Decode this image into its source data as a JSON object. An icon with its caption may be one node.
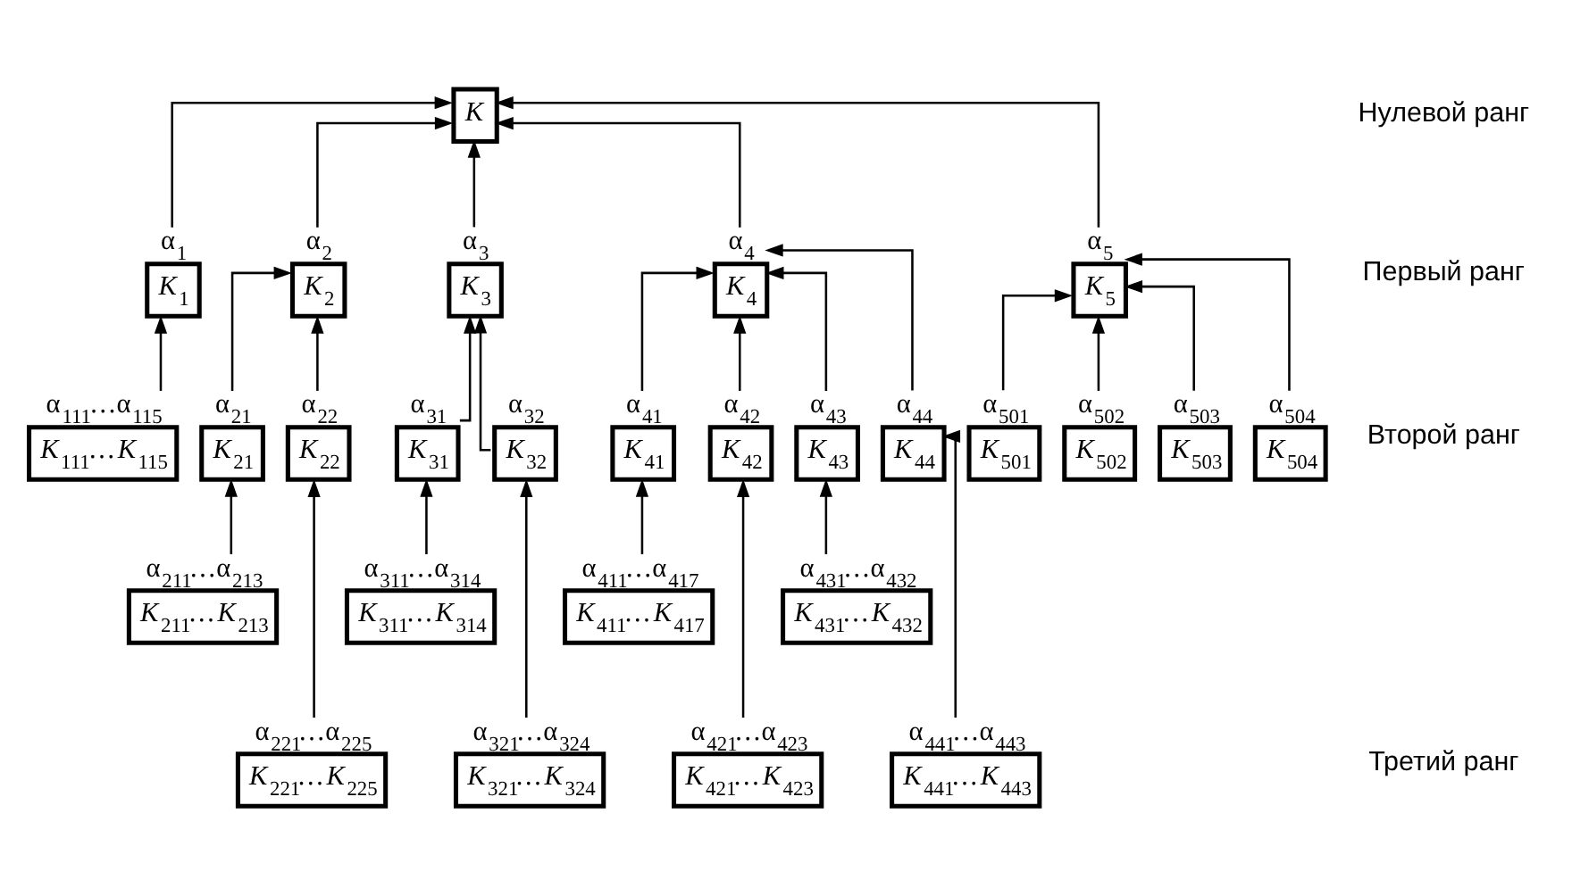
{
  "diagram": {
    "nodes": [
      {
        "text": [
          "*K*"
        ]
      },
      {
        "text": [
          "α$_{1}$",
          "*K*$_{1}$"
        ]
      },
      {
        "text": [
          "α$_{2}$",
          "*K*$_{2}$"
        ]
      },
      {
        "text": [
          "α$_{3}$",
          "*K*$_{3}$"
        ]
      },
      {
        "text": [
          "α$_{4}$",
          "*K*$_{4}$"
        ]
      },
      {
        "text": [
          "α$_{5}$",
          "*K*$_{5}$"
        ]
      },
      {
        "text": [
          "α$_{21}$",
          "*K*$_{21}$"
        ]
      },
      {
        "text": [
          "α$_{22}$",
          "*K*$_{22}$"
        ]
      },
      {
        "text": [
          "α$_{31}$",
          "*K*$_{31}$"
        ]
      },
      {
        "text": [
          "α$_{32}$",
          "*K*$_{32}$"
        ]
      },
      {
        "text": [
          "α$_{41}$",
          "*K*$_{41}$"
        ]
      },
      {
        "text": [
          "α$_{42}$",
          "*K*$_{42}$"
        ]
      },
      {
        "text": [
          "α$_{43}$",
          "*K*$_{43}$"
        ]
      },
      {
        "text": [
          "α$_{44}$",
          "*K*$_{44}$"
        ]
      },
      {
        "text": [
          "α$_{111}$…α$_{115}$",
          "*K*$_{111}$…*K*$_{115}$"
        ]
      },
      {
        "text": [
          "α$_{211}$…α$_{213}$",
          "*K*$_{211}$…*K*$_{213}$"
        ]
      },
      {
        "text": [
          "α$_{221}$…α$_{225}$",
          "*K*$_{221}$…*K*$_{225}$"
        ]
      },
      {
        "text": [
          "α$_{311}$…α$_{314}$",
          "*K*$_{311}$…*K*$_{314}$"
        ]
      },
      {
        "text": [
          "α$_{321}$…α$_{324}$",
          "*K*$_{321}$…*K*$_{324}$"
        ]
      },
      {
        "text": [
          "α$_{411}$…α$_{417}$",
          "*K*$_{411}$…*K*$_{417}$"
        ]
      },
      {
        "text": [
          "α$_{421}$…α$_{423}$",
          "*K*$_{421}$…*K*$_{423}$"
        ]
      },
      {
        "text": [
          "α$_{431}$…α$_{432}$",
          "*K*$_{431}$…*K*$_{432}$"
        ]
      },
      {
        "text": [
          "α$_{441}$…α$_{443}$",
          "*K*$_{441}$…*K*$_{443}$"
        ]
      },
      {
        "text": [
          "α$_{501}$",
          "*K*$_{501}$"
        ]
      },
      {
        "text": [
          "α$_{502}$",
          "*K*$_{502}$"
        ]
      },
      {
        "text": [
          "α$_{503}$",
          "*K*$_{503}$"
        ]
      },
      {
        "text": [
          "α$_{504}$",
          "*K*$_{504}$"
        ]
      }
    ],
    "edges": [
      {
        "from": 1,
        "to": 0,
        "arrow": "to"
      },
      {
        "from": 2,
        "to": 0,
        "arrow": "to"
      },
      {
        "from": 3,
        "to": 0,
        "arrow": "to"
      },
      {
        "from": 4,
        "to": 0,
        "arrow": "to"
      },
      {
        "from": 5,
        "to": 0,
        "arrow": "to"
      },
      {
        "from": 14,
        "to": 1,
        "arrow": "to"
      },
      {
        "from": 6,
        "to": 2,
        "arrow": "to"
      },
      {
        "from": 7,
        "to": 2,
        "arrow": "to"
      },
      {
        "from": 8,
        "to": 3,
        "arrow": "to"
      },
      {
        "from": 9,
        "to": 3,
        "arrow": "to"
      },
      {
        "from": 10,
        "to": 4,
        "arrow": "to"
      },
      {
        "from": 11,
        "to": 4,
        "arrow": "to"
      },
      {
        "from": 12,
        "to": 4,
        "arrow": "to"
      },
      {
        "from": 13,
        "to": 4,
        "arrow": "to"
      },
      {
        "from": 23,
        "to": 5,
        "arrow": "to"
      },
      {
        "from": 24,
        "to": 5,
        "arrow": "to"
      },
      {
        "from": 25,
        "to": 5,
        "arrow": "to"
      },
      {
        "from": 26,
        "to": 5,
        "arrow": "to"
      },
      {
        "from": 15,
        "to": 6,
        "arrow": "to"
      },
      {
        "from": 16,
        "to": 7,
        "arrow": "to"
      },
      {
        "from": 17,
        "to": 8,
        "arrow": "to"
      },
      {
        "from": 18,
        "to": 9,
        "arrow": "to"
      },
      {
        "from": 19,
        "to": 10,
        "arrow": "to"
      },
      {
        "from": 20,
        "to": 11,
        "arrow": "to"
      },
      {
        "from": 21,
        "to": 12,
        "arrow": "to"
      },
      {
        "from": 22,
        "to": 13,
        "arrow": "to"
      }
    ],
    "labels": [
      "Нулевой ранг",
      "Первый ранг",
      "Второй ранг",
      "Третий ранг"
    ]
  }
}
